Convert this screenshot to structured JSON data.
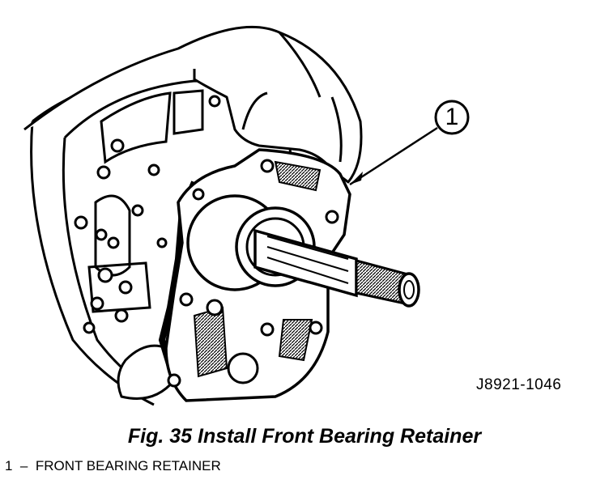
{
  "illustration": {
    "callout_number": "1",
    "reference_code": "J8921-1046"
  },
  "caption": {
    "figure_title": "Fig. 35 Install Front Bearing Retainer"
  },
  "legend": {
    "items": [
      {
        "number": "1",
        "dash": "–",
        "label": "FRONT BEARING RETAINER"
      }
    ]
  }
}
